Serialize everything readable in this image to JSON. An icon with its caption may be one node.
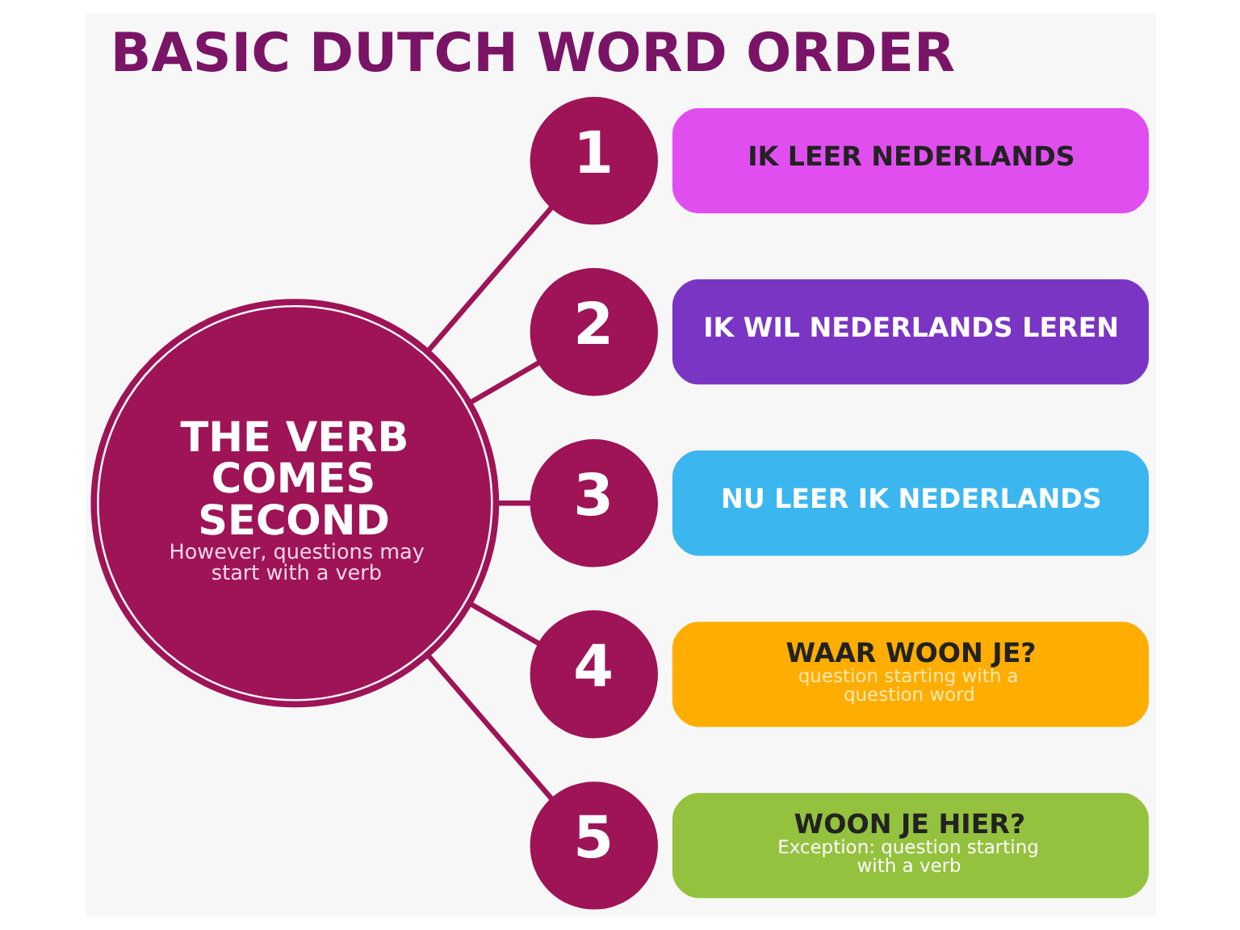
{
  "diagram": {
    "title": "BASIC DUTCH WORD ORDER",
    "nodes": [
      {
        "text": [
          "THE VERB COMES SECOND",
          "However, questions may start with a verb"
        ]
      },
      {
        "text": [
          "1"
        ]
      },
      {
        "text": [
          "IK LEER NEDERLANDS"
        ]
      },
      {
        "text": [
          "2"
        ]
      },
      {
        "text": [
          "IK WIL NEDERLANDS LEREN"
        ]
      },
      {
        "text": [
          "3"
        ]
      },
      {
        "text": [
          "NU LEER IK NEDERLANDS"
        ]
      },
      {
        "text": [
          "4"
        ]
      },
      {
        "text": [
          "WAAR WOON JE?",
          "question starting with a question word"
        ]
      },
      {
        "text": [
          "5"
        ]
      },
      {
        "text": [
          "WOON JE HIER?",
          "Exception: question starting with a verb"
        ]
      }
    ],
    "edges": [
      {
        "from": 0,
        "to": 1,
        "arrow": "none"
      },
      {
        "from": 0,
        "to": 3,
        "arrow": "none"
      },
      {
        "from": 0,
        "to": 5,
        "arrow": "none"
      },
      {
        "from": 0,
        "to": 7,
        "arrow": "none"
      },
      {
        "from": 0,
        "to": 9,
        "arrow": "none"
      }
    ]
  }
}
